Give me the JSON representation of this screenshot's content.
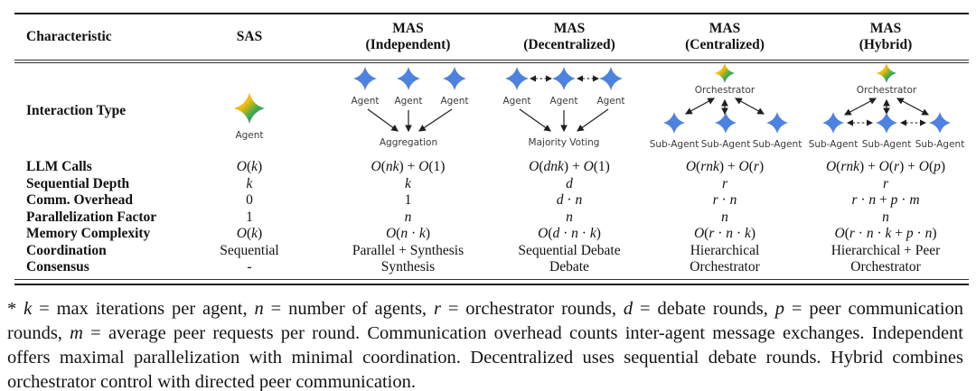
{
  "colors": {
    "agent_blue": "#4E82E0",
    "star_gradient": [
      "#EA4335",
      "#FBBC05",
      "#34A853",
      "#4285F4"
    ]
  },
  "table": {
    "header": {
      "characteristic": "Characteristic",
      "cols": [
        {
          "line1": "SAS",
          "line2": ""
        },
        {
          "line1": "MAS",
          "line2": "(Independent)"
        },
        {
          "line1": "MAS",
          "line2": "(Decentralized)"
        },
        {
          "line1": "MAS",
          "line2": "(Centralized)"
        },
        {
          "line1": "MAS",
          "line2": "(Hybrid)"
        }
      ]
    },
    "interaction_label": "Interaction Type",
    "rows": [
      {
        "label": "LLM Calls",
        "math": true,
        "values": [
          "O(k)",
          "O(nk) + O(1)",
          "O(dnk) + O(1)",
          "O(rnk) + O(r)",
          "O(rnk) + O(r) + O(p)"
        ]
      },
      {
        "label": "Sequential Depth",
        "math": true,
        "values": [
          "k",
          "k",
          "d",
          "r",
          "r"
        ]
      },
      {
        "label": "Comm. Overhead",
        "math": true,
        "values": [
          "0",
          "1",
          "d · n",
          "r · n",
          "r · n + p · m"
        ]
      },
      {
        "label": "Parallelization Factor",
        "math": true,
        "values": [
          "1",
          "n",
          "n",
          "n",
          "n"
        ]
      },
      {
        "label": "Memory Complexity",
        "math": true,
        "values": [
          "O(k)",
          "O(n · k)",
          "O(d · n · k)",
          "O(r · n · k)",
          "O(r · n · k + p · n)"
        ]
      },
      {
        "label": "Coordination",
        "math": false,
        "values": [
          "Sequential",
          "Parallel + Synthesis",
          "Sequential Debate",
          "Hierarchical",
          "Hierarchical + Peer"
        ]
      },
      {
        "label": "Consensus",
        "math": false,
        "values": [
          "-",
          "Synthesis",
          "Debate",
          "Orchestrator",
          "Orchestrator"
        ]
      }
    ]
  },
  "diagrams": {
    "sas": {
      "agent": "Agent"
    },
    "independent": {
      "agent": "Agent",
      "sink": "Aggregation"
    },
    "decentralized": {
      "agent": "Agent",
      "sink": "Majority Voting"
    },
    "centralized": {
      "hub": "Orchestrator",
      "agent": "Sub-Agent"
    },
    "hybrid": {
      "hub": "Orchestrator",
      "agent": "Sub-Agent"
    }
  },
  "footnote": "* $k$ = max iterations per agent, $n$ = number of agents, $r$ = orchestrator rounds, $d$ = debate rounds, $p$ = peer communication rounds, $m$ = average peer requests per round. Communication overhead counts inter-agent message exchanges. Independent offers maximal parallelization with minimal coordination. Decentralized uses sequential debate rounds. Hybrid combines orchestrator control with directed peer communication."
}
